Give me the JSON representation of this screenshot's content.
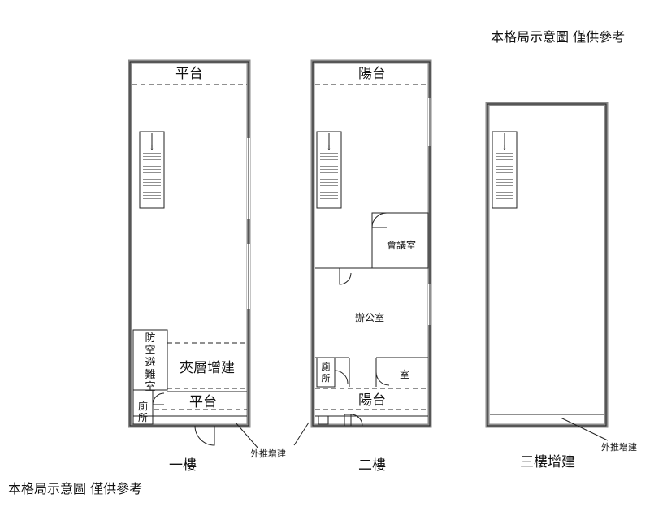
{
  "notes": {
    "top": "本格局示意圖 僅供參考",
    "bottom": "本格局示意圖 僅供參考"
  },
  "floor1": {
    "title": "一樓",
    "platform_top": "平台",
    "air_raid_shelter": [
      "防",
      "空",
      "避",
      "難",
      "室"
    ],
    "mezzanine": "夾層增建",
    "platform_bottom": "平台",
    "toilet": [
      "廁",
      "所"
    ],
    "extension": "外推增建"
  },
  "floor2": {
    "title": "二樓",
    "balcony_top": "陽台",
    "meeting_room": "會議室",
    "office": "辦公室",
    "toilet": [
      "廁",
      "所"
    ],
    "room": "室",
    "balcony_bottom": "陽台"
  },
  "floor3": {
    "title": "三樓增建",
    "extension": "外推增建"
  },
  "colors": {
    "wall": "#8a8a8a",
    "line": "#222222"
  }
}
